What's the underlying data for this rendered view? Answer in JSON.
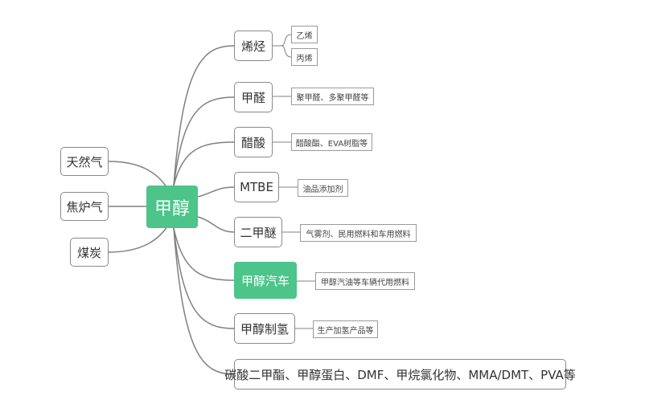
{
  "colors": {
    "accent": "#4cc48a",
    "line": "#808080",
    "border": "#8a8a8a"
  },
  "diagram": {
    "center": "甲醇",
    "sources": [
      "天然气",
      "焦炉气",
      "煤炭"
    ],
    "products": [
      {
        "label": "烯烃",
        "details": [
          "乙烯",
          "丙烯"
        ]
      },
      {
        "label": "甲醛",
        "details": [
          "聚甲醛、多聚甲醛等"
        ]
      },
      {
        "label": "醋酸",
        "details": [
          "醋酸酯、EVA树脂等"
        ]
      },
      {
        "label": "MTBE",
        "details": [
          "油品添加剂"
        ]
      },
      {
        "label": "二甲醚",
        "details": [
          "气雾剂、民用燃料和车用燃料"
        ]
      },
      {
        "label": "甲醇汽车",
        "details": [
          "甲醇汽油等车辆代用燃料"
        ]
      },
      {
        "label": "甲醇制氢",
        "details": [
          "生产加氢产品等"
        ]
      },
      {
        "label": "碳酸二甲酯、甲醇蛋白、DMF、甲烷氯化物、MMA/DMT、PVA等",
        "details": []
      }
    ]
  }
}
